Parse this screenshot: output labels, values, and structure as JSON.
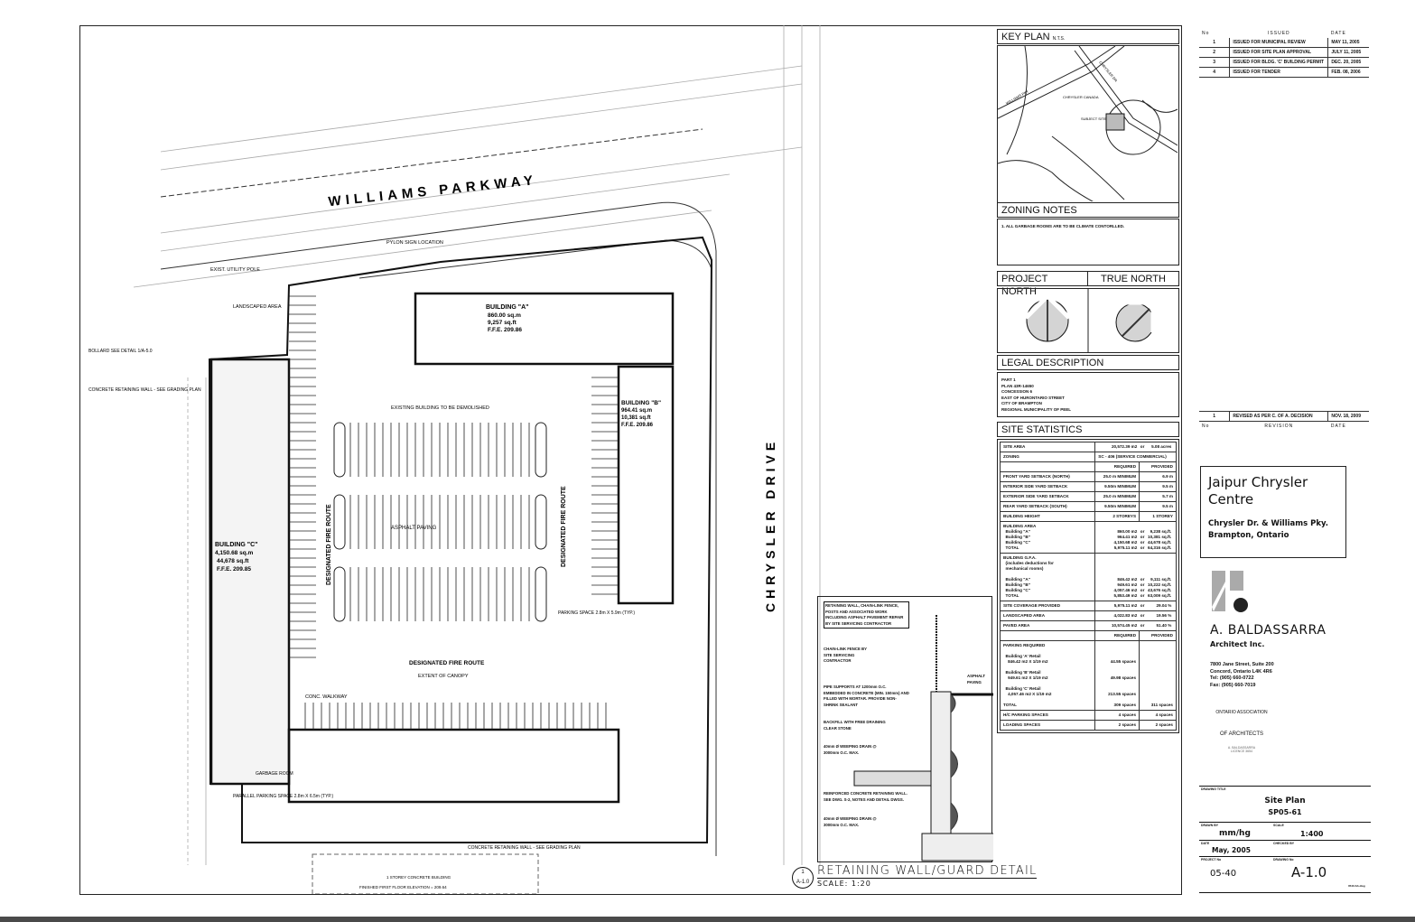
{
  "site_plan": {
    "street_north": "WILLIAMS PARKWAY",
    "street_east": "CHRYSLER DRIVE",
    "buildings": [
      {
        "name": "BUILDING \"A\"",
        "area_m2": "860.00 sq.m",
        "area_ft": "9,257 sq.ft",
        "ffe": "F.F.E. 209.86"
      },
      {
        "name": "BUILDING \"B\"",
        "area_m2": "964.41 sq.m",
        "area_ft": "10,381 sq.ft",
        "ffe": "F.F.E. 209.86"
      },
      {
        "name": "BUILDING \"C\"",
        "area_m2": "4,150.68 sq.m",
        "area_ft": "44,678 sq.ft",
        "ffe": "F.F.E. 209.85"
      }
    ],
    "labels": {
      "fire_route": "DESIGNATED FIRE ROUTE",
      "asphalt": "ASPHALT PAVING",
      "landscaped": "LANDSCAPED AREA",
      "existing_building": "EXISTING BUILDING TO BE DEMOLISHED",
      "pylon": "PYLON SIGN LOCATION",
      "garbage": "GARBAGE ROOM",
      "conc_walkway": "CONC. WALKWAY",
      "parking_space": "PARKING SPACE 2.8m X 5.9m (TYP.)",
      "parallel": "PARALLEL PARKING SPACE 2.8m X 6.5m (TYP.)",
      "retaining_south": "CONCRETE RETAINING WALL - SEE GRADING PLAN",
      "neighbour": "1 STOREY CONCRETE BUILDING",
      "neighbour_ffe": "FINISHED FIRST FLOOR ELEVATION = 209.64",
      "bollard": "BOLLARD SEE DETAIL 1/A-5.0",
      "retaining_west": "CONCRETE RETAINING WALL - SEE GRADING PLAN",
      "canopy": "EXTENT OF CANOPY",
      "existing_utility_pole": "EXIST. UTILITY POLE"
    }
  },
  "detail": {
    "title": "RETAINING WALL/GUARD DETAIL",
    "scale": "SCALE: 1:20",
    "number": "1",
    "sheet": "A-1.0",
    "notes": [
      "RETAINING WALL, CHAIN-LINK FENCE, POSTS AND ASSOCIATED WORK INCLUDING ASPHALT PAVEMENT REPAIR BY SITE SERVICING CONTRACTOR",
      "CHAIN-LINK FENCE BY SITE SERVICING CONTRACTOR",
      "PIPE SUPPORTS AT 1200mm O.C. EMBEDDED IN CONCRETE (MIN. 150mm) AND FILLED WITH MORTAR. PROVIDE NON-SHRINK SEALANT",
      "BACKFILL WITH FREE DRAINING CLEAR STONE",
      "40mm Ø WEEPING DRAIN @ 3000mm O.C. MAX.",
      "REINFORCED CONCRETE RETAINING WALL. SEE DWG. S-2, NOTES AND DETAIL DWGS.",
      "40mm Ø WEEPING DRAIN @ 3000mm O.C. MAX."
    ],
    "asphalt": "ASPHALT PAVING"
  },
  "key_plan": {
    "title": "KEY PLAN",
    "nts": "N.T.S.",
    "labels": [
      "CHRYSLER CANADA",
      "SUBJECT SITE",
      "WILLIAMS PKY",
      "CHRYSLER DR"
    ]
  },
  "zoning_notes": {
    "title": "ZONING NOTES",
    "items": [
      "1.   ALL GARBAGE ROOMS ARE TO BE CLIMATE CONTORLLED."
    ]
  },
  "north": {
    "project": "PROJECT NORTH",
    "true": "TRUE NORTH"
  },
  "legal": {
    "title": "LEGAL DESCRIPTION",
    "lines": [
      "PART 1",
      "PLAN 43R-14650",
      "CONCESSION 6",
      "EAST OF HURONTARIO STREET",
      "CITY OF BRAMPTON",
      "REGIONAL MUNICIPALITY OF PEEL"
    ]
  },
  "site_statistics": {
    "title": "SITE STATISTICS",
    "rows": [
      {
        "label": "SITE AREA",
        "a": "20,572.39 m2",
        "or": "or",
        "b": "5.08 acres",
        "span": true
      },
      {
        "label": "ZONING",
        "a": "SC - 406 (SERVICE COMMERCIAL)",
        "span": true
      },
      {
        "label": "",
        "a": "REQUIRED",
        "b": "PROVIDED"
      },
      {
        "label": "FRONT YARD SETBACK (NORTH)",
        "a": "25.0 m MINIMUM",
        "b": "6.9 m"
      },
      {
        "label": "INTERIOR SIDE YARD SETBACK",
        "a": "9.50m MINIMUM",
        "b": "9.5 m"
      },
      {
        "label": "EXTERIOR SIDE YARD SETBACK",
        "a": "25.0 m MINIMUM",
        "b": "5.7 m"
      },
      {
        "label": "REAR YARD SETBACK (SOUTH)",
        "a": "9.50m MINIMUM",
        "b": "9.5 m"
      },
      {
        "label": "BUILDING HEIGHT",
        "a": "2 STOREYS",
        "b": "1 STOREY"
      },
      {
        "label": "BUILDING AREA\n  Building \"A\"\n  Building \"B\"\n  Building \"C\"\n  TOTAL",
        "a": "\n860.00 m2\n964.41 m2\n4,150.68 m2\n5,975.11 m2",
        "or": "\nor\nor\nor\nor",
        "b": "\n9,238 sq.ft.\n10,381 sq.ft.\n44,678 sq.ft.\n64,316 sq.ft.",
        "span": true
      },
      {
        "label": "BUILDING G.F.A.\n  (includes deductions for\n  mechanical rooms)\n\n  Building \"A\"\n  Building \"B\"\n  Building \"C\"\n  TOTAL",
        "a": "\n\n\n\n846.42 m2\n949.61 m2\n4,057.46 m2\n5,853.49 m2",
        "or": "\n\n\n\nor\nor\nor\nor",
        "b": "\n\n\n\n9,111 sq.ft.\n10,222 sq.ft.\n43,676 sq.ft.\n63,009 sq.ft.",
        "span": true
      },
      {
        "label": "SITE COVERAGE PROVIDED",
        "a": "5,975.11 m2",
        "or": "or",
        "b": "29.04 %",
        "span": true
      },
      {
        "label": "LANDSCAPED AREA",
        "a": "4,022.83 m2",
        "or": "or",
        "b": "19.56 %",
        "span": true
      },
      {
        "label": "PAVED AREA",
        "a": "10,574.45 m2",
        "or": "or",
        "b": "51.40 %",
        "span": true
      },
      {
        "label": "",
        "a": "REQUIRED",
        "b": "PROVIDED"
      },
      {
        "label": "PARKING REQUIRED\n\n  Building 'A' Retail\n    846.42 m2 X 1/19 m2\n\n  Building 'B' Retail\n    949.61 m2 X 1/19 m2\n\n  Building 'C' Retail\n    4,057.46 m2 X 1/19 m2\n\nTOTAL",
        "a": "\n\n\n44.55 spaces\n\n\n49.98 spaces\n\n\n213.55 spaces\n\n309 spaces",
        "b": "\n\n\n\n\n\n\n\n\n\n\n311 spaces"
      },
      {
        "label": "H/C PARKING SPACES",
        "a": "4 spaces",
        "b": "4 spaces"
      },
      {
        "label": "LOADING SPACES",
        "a": "2 spaces",
        "b": "2 spaces"
      }
    ]
  },
  "issued": {
    "headers": [
      "No",
      "ISSUED",
      "DATE"
    ],
    "rows": [
      {
        "no": "1",
        "text": "ISSUED FOR MUNICIPAL REVIEW",
        "date": "MAY 11, 2005"
      },
      {
        "no": "2",
        "text": "ISSUED FOR SITE PLAN APPROVAL",
        "date": "JULY 11, 2005"
      },
      {
        "no": "3",
        "text": "ISSUED FOR BLDG. 'C' BUILDING PERMIT",
        "date": "DEC. 20, 2005"
      },
      {
        "no": "4",
        "text": "ISSUED FOR TENDER",
        "date": "FEB. 08, 2006"
      }
    ]
  },
  "revision": {
    "headers": [
      "No",
      "REVISION",
      "DATE"
    ],
    "rows": [
      {
        "no": "1",
        "text": "REVISED AS PER C. OF A. DECISION",
        "date": "NOV. 18, 2009"
      }
    ]
  },
  "project": {
    "name": "Jaipur Chrysler Centre",
    "address1": "Chrysler Dr. & Williams Pky.",
    "address2": "Brampton, Ontario"
  },
  "architect": {
    "name": "A. BALDASSARRA",
    "sub": "Architect Inc.",
    "address": [
      "7800 Jane Street, Suite 200",
      "Concord, Ontario  L4K 4R6",
      "Tel: (905) 660-0722",
      "Fax: (905) 660-7019"
    ],
    "seal": {
      "top": "ONTARIO ASSOCIATION",
      "mid": "OF ARCHITECTS",
      "name": "A. BALDASSARRA",
      "licence": "LICENCE 3654"
    }
  },
  "title_block": {
    "drawing_title_label": "DRAWING TITLE",
    "drawing_title": "Site Plan",
    "drawing_sub": "SP05-61",
    "drawn_by_label": "DRAWN BY",
    "drawn_by": "mm/hg",
    "scale_label": "SCALE",
    "scale": "1:400",
    "date_label": "DATE",
    "date": "May, 2005",
    "checked_label": "CHECKED BY",
    "checked": "",
    "project_no_label": "PROJECT No",
    "project_no": "05-40",
    "drawing_no_label": "DRAWING No",
    "drawing_no": "A-1.0",
    "file": "0540-SA.dwg"
  },
  "colors": {
    "line": "#222222",
    "grey_fill": "#d4d4d4",
    "faint": "#9a9a9a",
    "bottom_bar": "#4a4a4a"
  }
}
